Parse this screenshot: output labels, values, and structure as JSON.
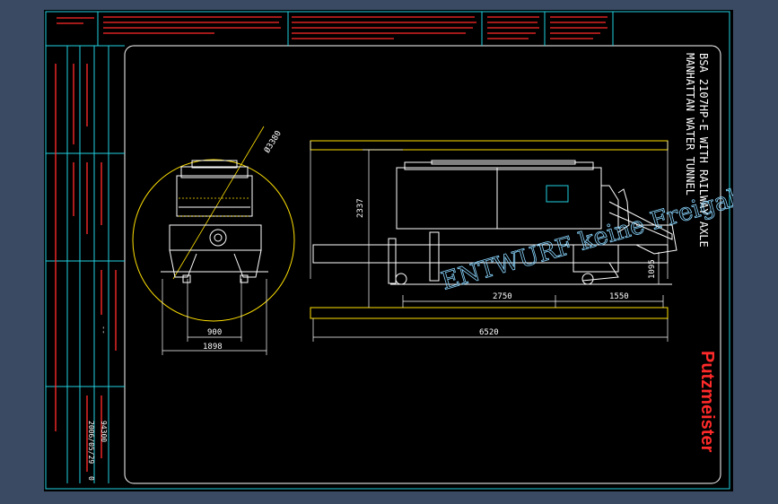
{
  "title_block": {
    "title_line1": "BSA 2107HP-E WITH RAILWAY AXLE",
    "title_line2": "MANHATTAN WATER TUNNEL",
    "brand": "Putzmeister",
    "drawing_number": "94300",
    "date": "2006/05/29",
    "revision_left": "--",
    "sheet": "0"
  },
  "watermark": "ENTWURF keine Freigabe",
  "dimensions": {
    "diameter": "Ø3380",
    "width_inner": "900",
    "width_outer": "1898",
    "height": "2337",
    "length_rear": "2750",
    "length_front": "1550",
    "total_length": "6520",
    "axle_height": "1095"
  },
  "colors": {
    "frame": "#20d0e0",
    "outline": "#ffffff",
    "accent_yellow": "#ffe000",
    "annotation_red": "#ff2a2a",
    "dimension_green": "#3cff3c",
    "watermark": "#8ad6ff",
    "background": "#000000"
  }
}
